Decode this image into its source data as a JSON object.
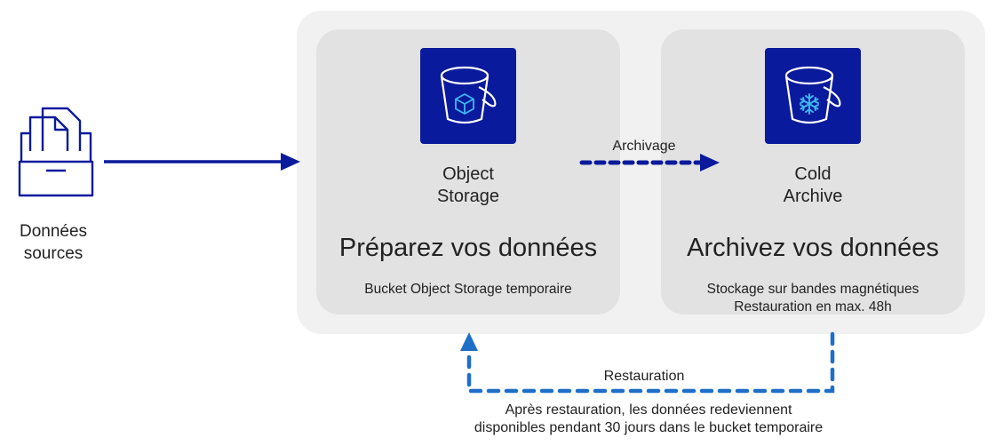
{
  "source": {
    "label_lines": [
      "Données",
      "sources"
    ],
    "icon": "file-cabinet-icon"
  },
  "cards": [
    {
      "id": "prepare",
      "icon": "bucket-cube-icon",
      "service_lines": [
        "Object",
        "Storage"
      ],
      "title": "Préparez vos données",
      "desc_lines": [
        "Bucket Object Storage temporaire"
      ]
    },
    {
      "id": "archive",
      "icon": "bucket-snowflake-icon",
      "service_lines": [
        "Cold",
        "Archive"
      ],
      "title": "Archivez vos données",
      "desc_lines": [
        "Stockage sur bandes magnétiques",
        "Restauration en max. 48h"
      ]
    }
  ],
  "flows": {
    "archive_label": "Archivage",
    "restore_label": "Restauration",
    "restore_note_lines": [
      "Après restauration, les données redeviennent",
      "disponibles pendant 30 jours dans le bucket temporaire"
    ]
  },
  "colors": {
    "navy": "#0a1a9c",
    "restore_blue": "#1f6fc9",
    "icon_accent": "#3fb7f0"
  }
}
